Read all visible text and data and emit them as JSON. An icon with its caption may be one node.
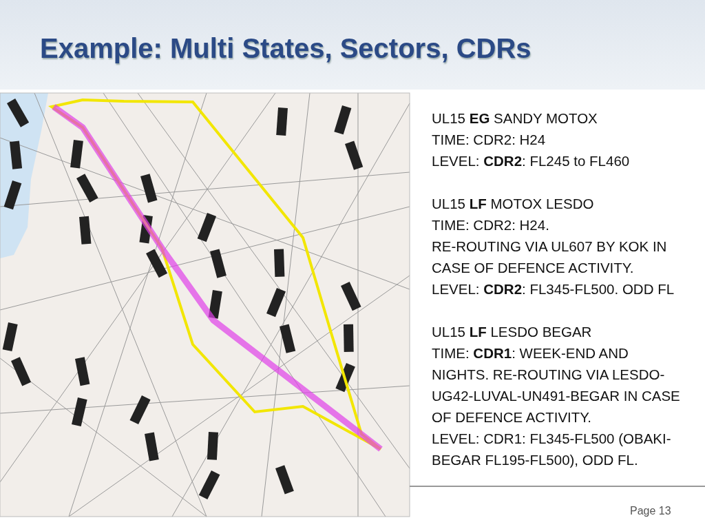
{
  "diagram": {
    "title": "Example: Multi States, Sectors, CDRs",
    "labels": [
      "UL15 **EG** SANDY MOTOX",
      "TIME: CDR2: H24",
      "LEVEL: **CDR2**: FL245 to FL460",
      "UL15 **LF** MOTOX LESDO",
      "TIME: CDR2: H24.",
      "RE-ROUTING VIA UL607 BY KOK IN CASE OF DEFENCE ACTIVITY.",
      "LEVEL: **CDR2**: FL345-FL500. ODD FL",
      "UL15 **LF** LESDO BEGAR",
      "TIME: **CDR1**: WEEK-END AND NIGHTS. RE-ROUTING VIA LESDO-UG42-LUVAL-UN491-BEGAR IN CASE OF DEFENCE ACTIVITY.",
      "LEVEL: CDR1: FL345-FL500 (OBAKI-BEGAR FL195-FL500), ODD FL.",
      "Page 13"
    ]
  }
}
